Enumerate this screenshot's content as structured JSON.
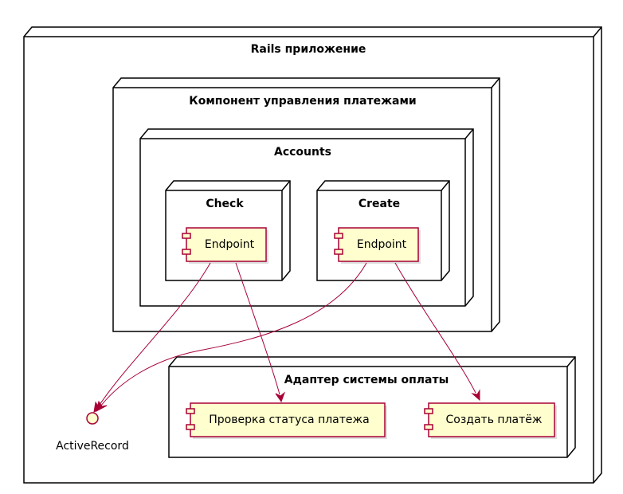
{
  "diagram": {
    "nodes": {
      "rails_app": {
        "title": "Rails приложение"
      },
      "payment_component": {
        "title": "Компонент управления платежами"
      },
      "accounts": {
        "title": "Accounts"
      },
      "check": {
        "title": "Check"
      },
      "create": {
        "title": "Create"
      },
      "payment_adapter": {
        "title": "Адаптер системы оплаты"
      }
    },
    "components": {
      "check_endpoint": {
        "label": "Endpoint"
      },
      "create_endpoint": {
        "label": "Endpoint"
      },
      "check_status": {
        "label": "Проверка статуса платежа"
      },
      "create_payment": {
        "label": "Создать платёж"
      }
    },
    "interfaces": {
      "active_record": {
        "label": "ActiveRecord"
      }
    },
    "edges": [
      {
        "from": "Check.Endpoint",
        "to": "ActiveRecord"
      },
      {
        "from": "Check.Endpoint",
        "to": "Проверка статуса платежа"
      },
      {
        "from": "Create.Endpoint",
        "to": "ActiveRecord"
      },
      {
        "from": "Create.Endpoint",
        "to": "Создать платёж"
      }
    ],
    "colors": {
      "component_fill": "#FEFECE",
      "component_border": "#A80036",
      "arrow": "#A80036",
      "node_border": "#000000"
    }
  }
}
